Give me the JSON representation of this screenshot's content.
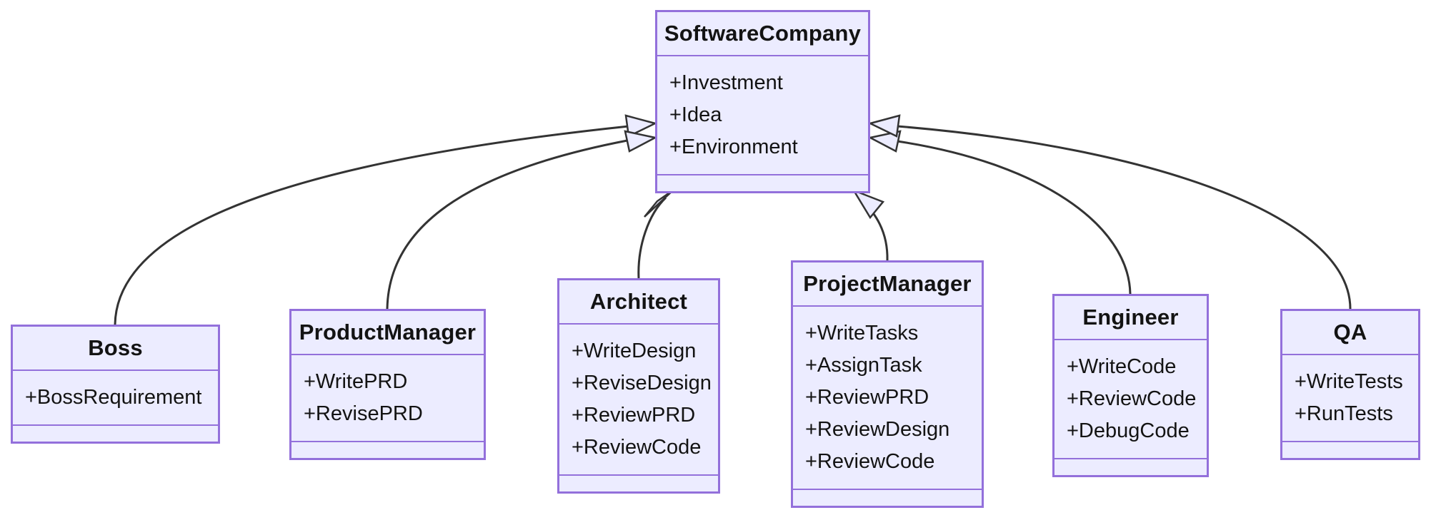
{
  "diagram": {
    "kind": "uml-class-diagram",
    "classes": [
      {
        "name": "SoftwareCompany",
        "attributes": [
          "+Investment",
          "+Idea",
          "+Environment"
        ],
        "methods": []
      },
      {
        "name": "Boss",
        "attributes": [
          "+BossRequirement"
        ],
        "methods": []
      },
      {
        "name": "ProductManager",
        "attributes": [
          "+WritePRD",
          "+RevisePRD"
        ],
        "methods": []
      },
      {
        "name": "Architect",
        "attributes": [
          "+WriteDesign",
          "+ReviseDesign",
          "+ReviewPRD",
          "+ReviewCode"
        ],
        "methods": []
      },
      {
        "name": "ProjectManager",
        "attributes": [
          "+WriteTasks",
          "+AssignTask",
          "+ReviewPRD",
          "+ReviewDesign",
          "+ReviewCode"
        ],
        "methods": []
      },
      {
        "name": "Engineer",
        "attributes": [
          "+WriteCode",
          "+ReviewCode",
          "+DebugCode"
        ],
        "methods": []
      },
      {
        "name": "QA",
        "attributes": [
          "+WriteTests",
          "+RunTests"
        ],
        "methods": []
      }
    ],
    "relations": [
      {
        "from": "Boss",
        "to": "SoftwareCompany",
        "type": "inheritance"
      },
      {
        "from": "ProductManager",
        "to": "SoftwareCompany",
        "type": "inheritance"
      },
      {
        "from": "Architect",
        "to": "SoftwareCompany",
        "type": "inheritance"
      },
      {
        "from": "ProjectManager",
        "to": "SoftwareCompany",
        "type": "inheritance"
      },
      {
        "from": "Engineer",
        "to": "SoftwareCompany",
        "type": "inheritance"
      },
      {
        "from": "QA",
        "to": "SoftwareCompany",
        "type": "inheritance"
      }
    ],
    "colors": {
      "background": "#ffffff",
      "node_fill": "#ECECFF",
      "node_border": "#9370DB",
      "edge_stroke": "#333333",
      "text": "#131313"
    }
  }
}
